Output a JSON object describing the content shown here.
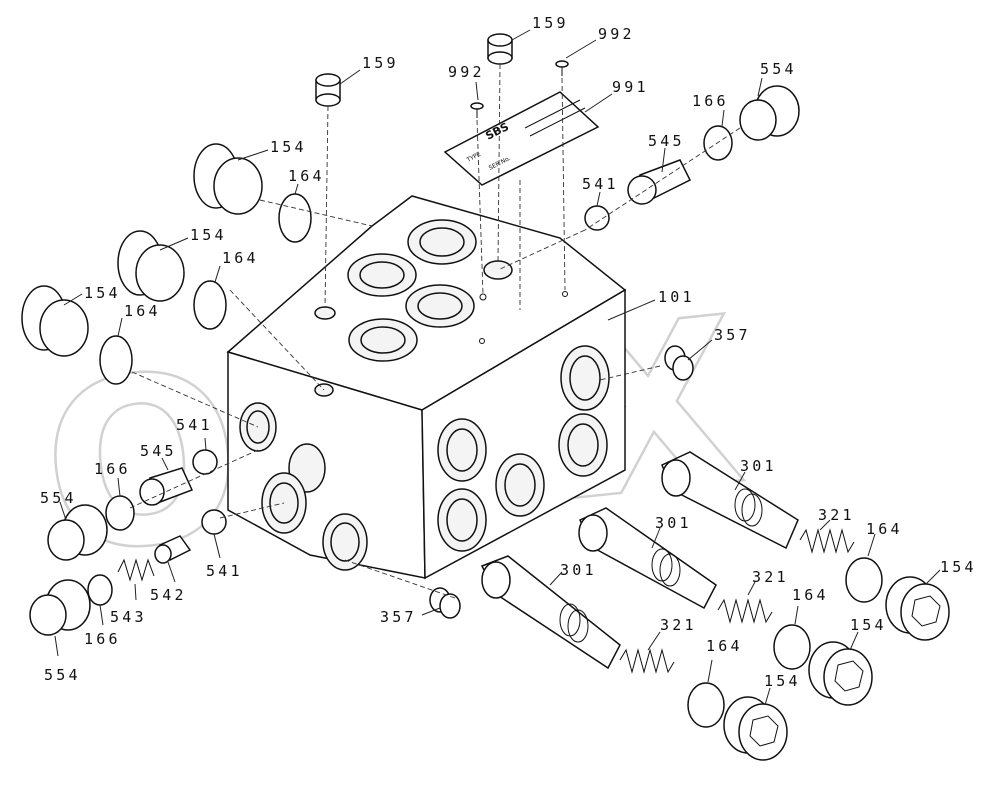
{
  "diagram": {
    "watermark": "OPEX",
    "plate_text": {
      "logo": "SBS",
      "line1": "TYPE",
      "line2": "SER.No."
    },
    "labels": {
      "l159a": "159",
      "l159b": "159",
      "l992a": "992",
      "l992b": "992",
      "l991": "991",
      "l554top": "554",
      "l166top": "166",
      "l545top": "545",
      "l541top": "541",
      "l154a": "154",
      "l164a": "164",
      "l154b": "154",
      "l164b": "164",
      "l154c": "154",
      "l164c": "164",
      "l101": "101",
      "l357a": "357",
      "l541l": "541",
      "l545l": "545",
      "l166l": "166",
      "l554l": "554",
      "l541b": "541",
      "l542": "542",
      "l543": "543",
      "l166b": "166",
      "l554b": "554",
      "l357b": "357",
      "l301a": "301",
      "l301b": "301",
      "l301c": "301",
      "l321a": "321",
      "l321b": "321",
      "l321c": "321",
      "l164d": "164",
      "l164e": "164",
      "l164f": "164",
      "l154d": "154",
      "l154e": "154",
      "l154f": "154"
    }
  }
}
